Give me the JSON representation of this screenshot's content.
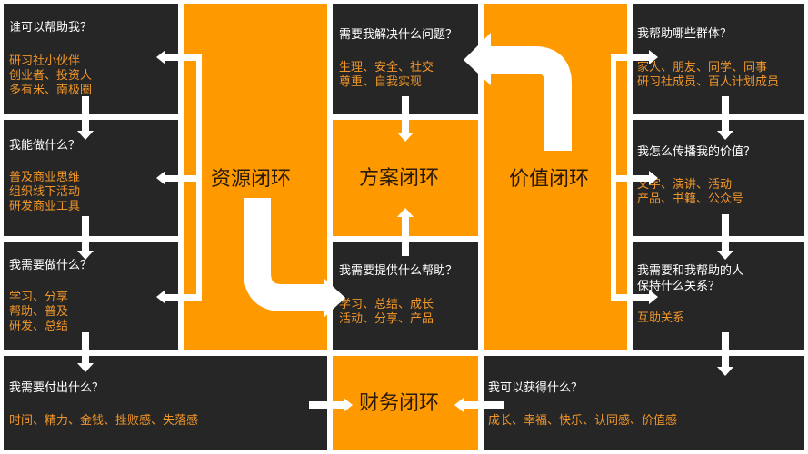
{
  "colors": {
    "dark": "#262626",
    "orange": "#ff9900",
    "question": "#ffffff",
    "answer": "#f0962a",
    "title": "#2a1a0a"
  },
  "loops": {
    "resource": "资源闭环",
    "solution": "方案闭环",
    "value": "价值闭环",
    "finance": "财务闭环"
  },
  "left": [
    {
      "question": "谁可以帮助我？",
      "answer": "研习社小伙伴\n创业者、投资人\n多有米、南极圈"
    },
    {
      "question": "我能做什么？",
      "answer": "普及商业思维\n组织线下活动\n研发商业工具"
    },
    {
      "question": "我需要做什么？",
      "answer": "学习、分享\n帮助、普及\n研发、总结"
    }
  ],
  "bottom_left": {
    "question": "我需要付出什么？",
    "answer": "时间、精力、金钱、挫败感、失落感"
  },
  "center": [
    {
      "question": "需要我解决什么问题？",
      "answer": "生理、安全、社交\n尊重、自我实现"
    },
    {
      "question": "我需要提供什么帮助？",
      "answer": "学习、总结、成长\n活动、分享、产品"
    }
  ],
  "right": [
    {
      "question": "我帮助哪些群体？",
      "answer": "家人、朋友、同学、同事\n研习社成员、百人计划成员"
    },
    {
      "question": "我怎么传播我的价值？",
      "answer": "文字、演讲、活动\n产品、书籍、公众号"
    },
    {
      "question": "我需要和我帮助的人\n保持什么关系？",
      "answer": "互助关系"
    }
  ],
  "bottom_right": {
    "question": "我可以获得什么？",
    "answer": "成长、幸福、快乐、认同感、价值感"
  }
}
